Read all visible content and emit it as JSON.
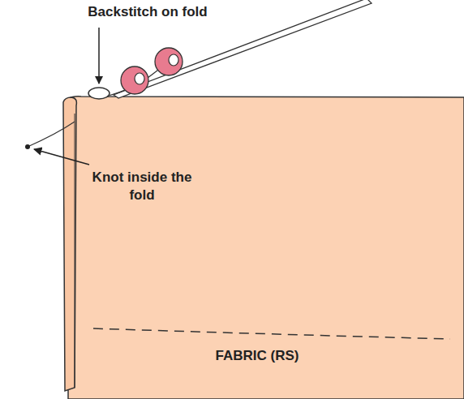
{
  "diagram": {
    "labels": [
      "Backstitch on fold",
      "Knot inside the fold",
      "FABRIC (RS)"
    ]
  }
}
